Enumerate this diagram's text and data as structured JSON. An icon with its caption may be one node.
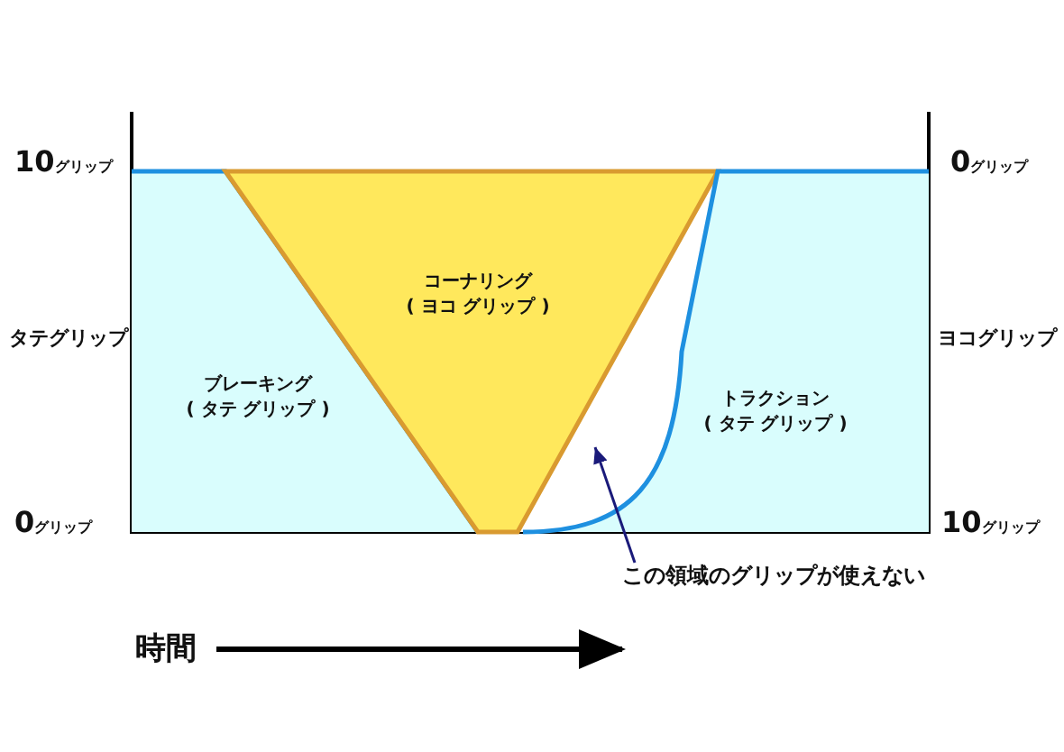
{
  "diagram": {
    "nodes": [
      {
        "text": [
          "ブレーキング",
          "( タテ グリップ )"
        ]
      },
      {
        "text": [
          "コーナリング",
          "( ヨコ グリップ )"
        ]
      },
      {
        "text": [
          "トラクション",
          "( タテ グリップ )"
        ]
      },
      {
        "text": [
          "この領域のグリップが使えない"
        ]
      },
      {
        "text": [],
        "shape": "area"
      }
    ],
    "edges": [
      {
        "from": 3,
        "to": 4,
        "arrow": "to"
      }
    ],
    "labels": [
      "10グリップ",
      "0グリップ",
      "タテグリップ",
      "ヨコグリップ",
      "0グリップ",
      "10グリップ",
      "時間"
    ]
  }
}
